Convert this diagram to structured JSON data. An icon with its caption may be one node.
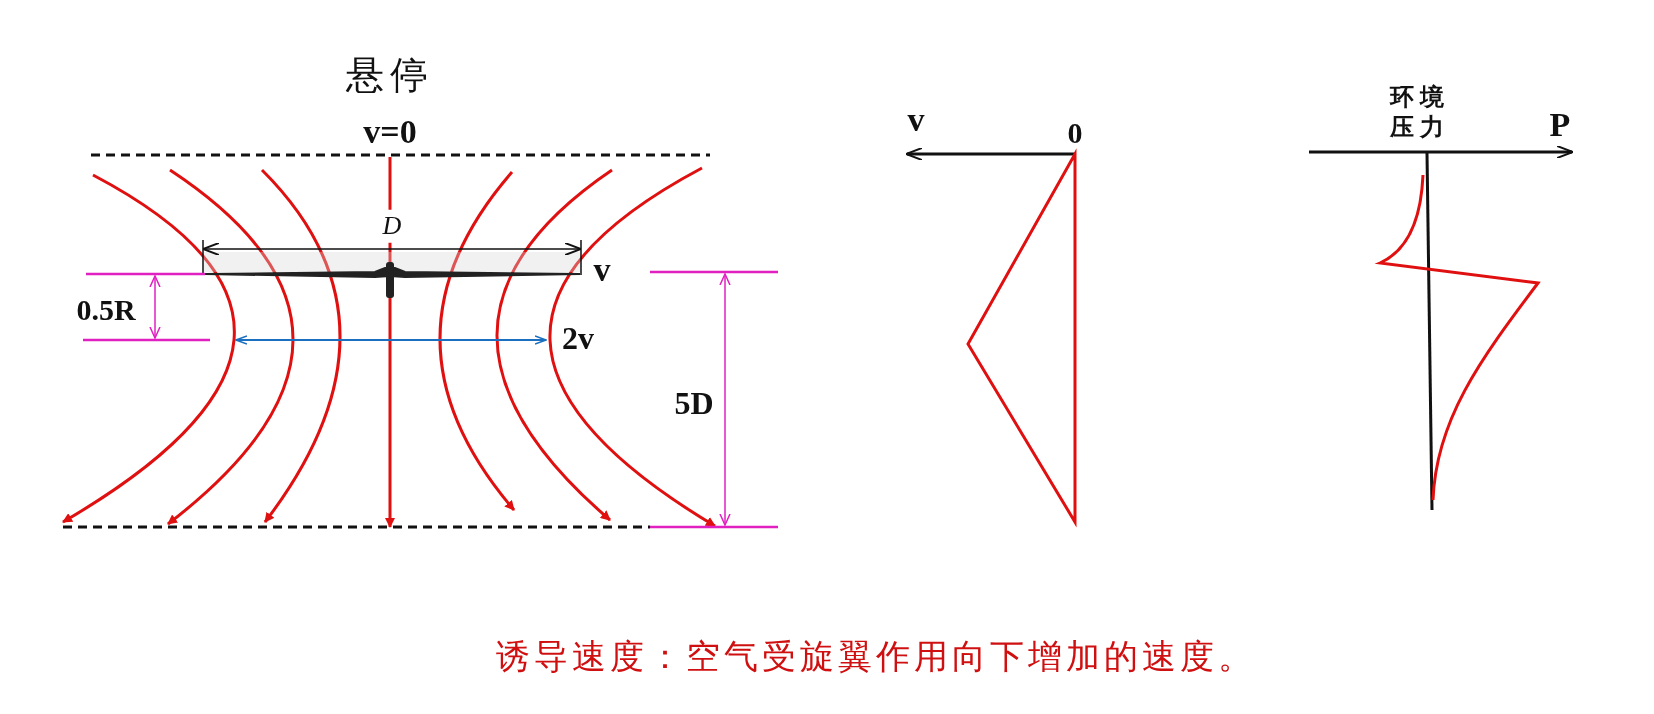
{
  "diagram": {
    "title": "悬停",
    "caption": "诱导速度：空气受旋翼作用向下增加的速度。",
    "labels": [
      "v=0",
      "D",
      "v",
      "0.5R",
      "2v",
      "5D",
      "v",
      "0",
      "环境压力",
      "P"
    ]
  }
}
